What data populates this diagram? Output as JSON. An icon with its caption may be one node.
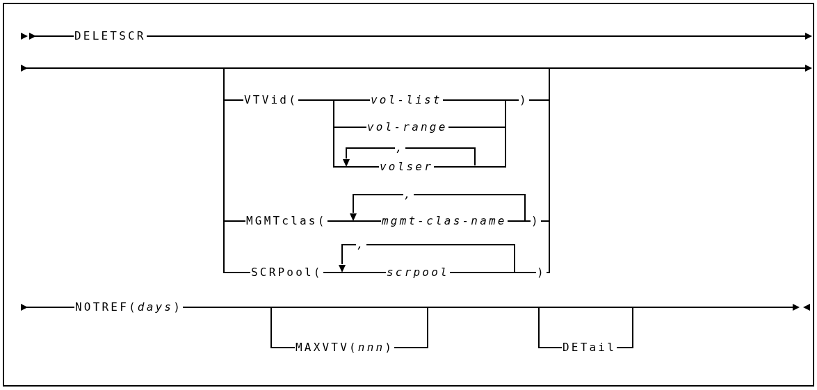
{
  "diagram": {
    "labels": [
      "DELETSCR",
      "VTVid(",
      "vol-list",
      ")",
      "vol-range",
      ",",
      "volser",
      ",",
      "MGMTclas(",
      "mgmt-clas-name",
      ")",
      ",",
      "SCRPool(",
      "scrpool",
      ")",
      "NOTREF(*days*)",
      "MAXVTV(*nnn*)",
      "DETail"
    ]
  }
}
